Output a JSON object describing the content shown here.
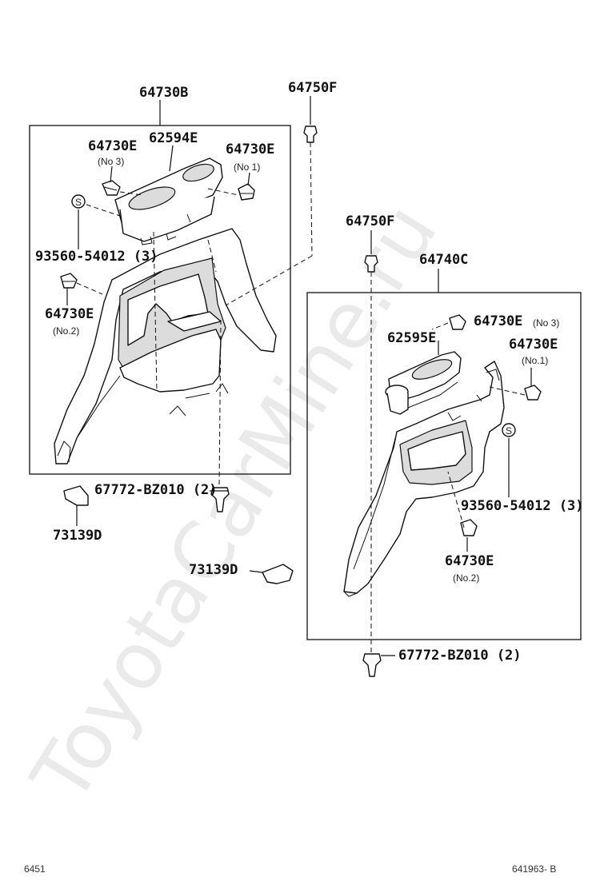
{
  "watermark": "ToyotaCarMine.ru",
  "left_group": {
    "assembly": "64730B",
    "labels": {
      "retainer_no3": "64730E",
      "retainer_no3_note": "(No 3)",
      "cup_holder": "62594E",
      "retainer_no1": "64730E",
      "retainer_no1_note": "(No 1)",
      "screw": "93560-54012 (3)",
      "screw_symbol": "S",
      "retainer_no2": "64730E",
      "retainer_no2_note": "(No.2)",
      "clip": "67772-BZ010 (2)",
      "cover": "73139D"
    }
  },
  "top_clip": "64750F",
  "right_group": {
    "clip_top": "64750F",
    "assembly": "64740C",
    "labels": {
      "retainer_no3": "64730E",
      "retainer_no3_note": "(No 3)",
      "cup_holder": "62595E",
      "retainer_no1": "64730E",
      "retainer_no1_note": "(No.1)",
      "screw_symbol": "S",
      "screw": "93560-54012 (3)",
      "retainer_no2": "64730E",
      "retainer_no2_note": "(No.2)",
      "cover": "73139D",
      "clip": "67772-BZ010 (2)"
    }
  },
  "footer": {
    "left": "6451",
    "right": "641963- B"
  }
}
